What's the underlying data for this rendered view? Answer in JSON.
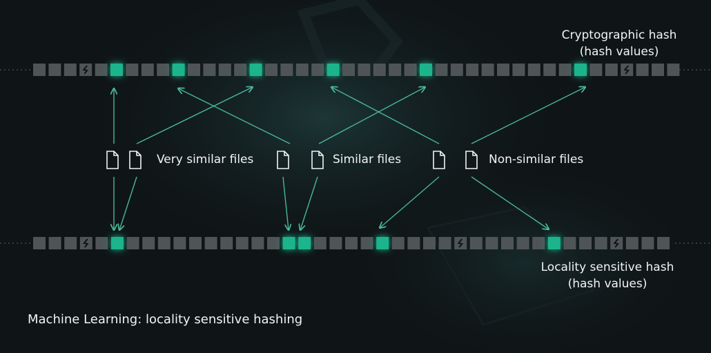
{
  "colors": {
    "background": "#0f1517",
    "cell": "#4f5557",
    "highlight": "#1cb48c",
    "arrow": "#49b89a",
    "text": "#f2f4f4"
  },
  "crypto_hash": {
    "title": "Cryptographic hash",
    "subtitle": "(hash values)"
  },
  "lsh_hash": {
    "title": "Locality sensitive hash",
    "subtitle": "(hash values)"
  },
  "groups": {
    "very_similar": "Very similar files",
    "similar": "Similar files",
    "non_similar": "Non-similar files"
  },
  "caption": "Machine Learning: locality sensitive hashing",
  "icons": [
    "file-icon",
    "break-icon"
  ]
}
